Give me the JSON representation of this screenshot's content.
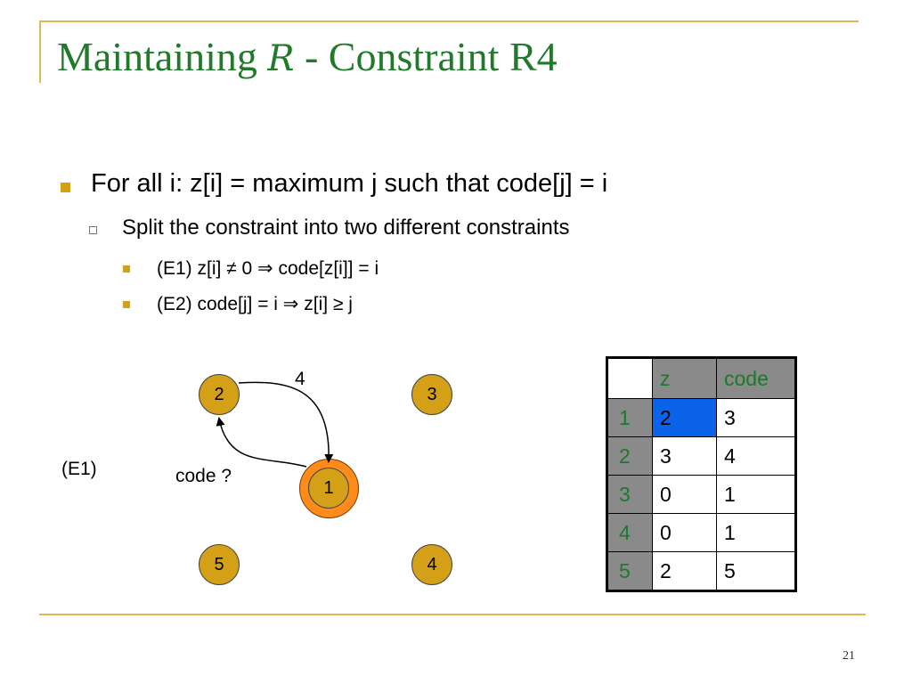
{
  "title": {
    "before": "Maintaining ",
    "symbol": "R",
    "after": " - Constraint R4"
  },
  "bullets": {
    "level1": "For all i: z[i] = maximum j such that code[j] = i",
    "level2": "Split the constraint into two different constraints",
    "level3": [
      "(E1) z[i] ≠ 0  ⇒ code[z[i]] = i",
      "(E2) code[j] = i ⇒ z[i] ≥ j"
    ]
  },
  "diagram": {
    "label": "(E1)",
    "edge_question": "code ?",
    "edge_value": "4",
    "nodes": [
      "1",
      "2",
      "3",
      "4",
      "5"
    ]
  },
  "table": {
    "headers": [
      "",
      "z",
      "code"
    ],
    "rows": [
      {
        "i": "1",
        "z": "2",
        "code": "3"
      },
      {
        "i": "2",
        "z": "3",
        "code": "4"
      },
      {
        "i": "3",
        "z": "0",
        "code": "1"
      },
      {
        "i": "4",
        "z": "0",
        "code": "1"
      },
      {
        "i": "5",
        "z": "2",
        "code": "5"
      }
    ],
    "highlight_color": "#0a63e8"
  },
  "colors": {
    "title": "#217a2a",
    "accent": "#e0b850",
    "node": "#d4a017",
    "active_node_ring": "#ff8c1a"
  },
  "page_number": "21"
}
